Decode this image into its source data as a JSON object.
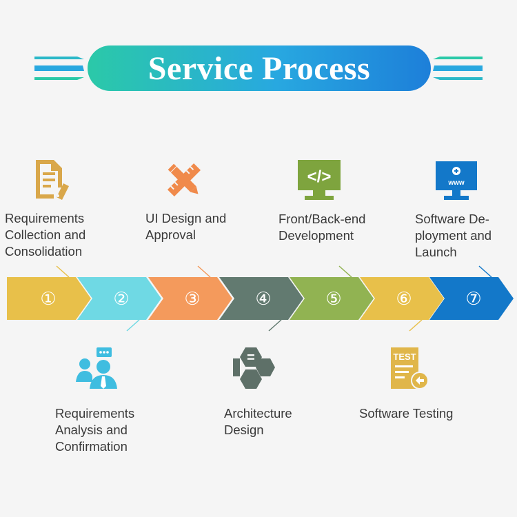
{
  "title": "Service Process",
  "colors": {
    "step1": "#e8c04a",
    "step2": "#6fd9e4",
    "step3": "#f49a5c",
    "step4": "#627a70",
    "step5": "#91b352",
    "step6": "#e8c04a",
    "step7": "#1378c9"
  },
  "steps": [
    {
      "number": "①",
      "label": "Requirements\nCollection and\nConsolidation",
      "icon": "document-pen-icon",
      "position": "top"
    },
    {
      "number": "②",
      "label": "Requirements\nAnalysis and\nConfirmation",
      "icon": "people-chat-icon",
      "position": "bottom"
    },
    {
      "number": "③",
      "label": "UI Design and\nApproval",
      "icon": "pencil-ruler-icon",
      "position": "top"
    },
    {
      "number": "④",
      "label": "Architecture\nDesign",
      "icon": "hexagon-blocks-icon",
      "position": "bottom"
    },
    {
      "number": "⑤",
      "label": "Front/Back-end\nDevelopment",
      "icon": "code-monitor-icon",
      "position": "top"
    },
    {
      "number": "⑥",
      "label": "Software Testing",
      "icon": "test-document-icon",
      "position": "bottom"
    },
    {
      "number": "⑦",
      "label": "Software De-\nployment and\nLaunch",
      "icon": "www-monitor-icon",
      "position": "top"
    }
  ],
  "icons": {
    "code_glyph": "</>",
    "www_glyph": "www",
    "test_glyph": "TEST",
    "equals_glyph": "="
  }
}
